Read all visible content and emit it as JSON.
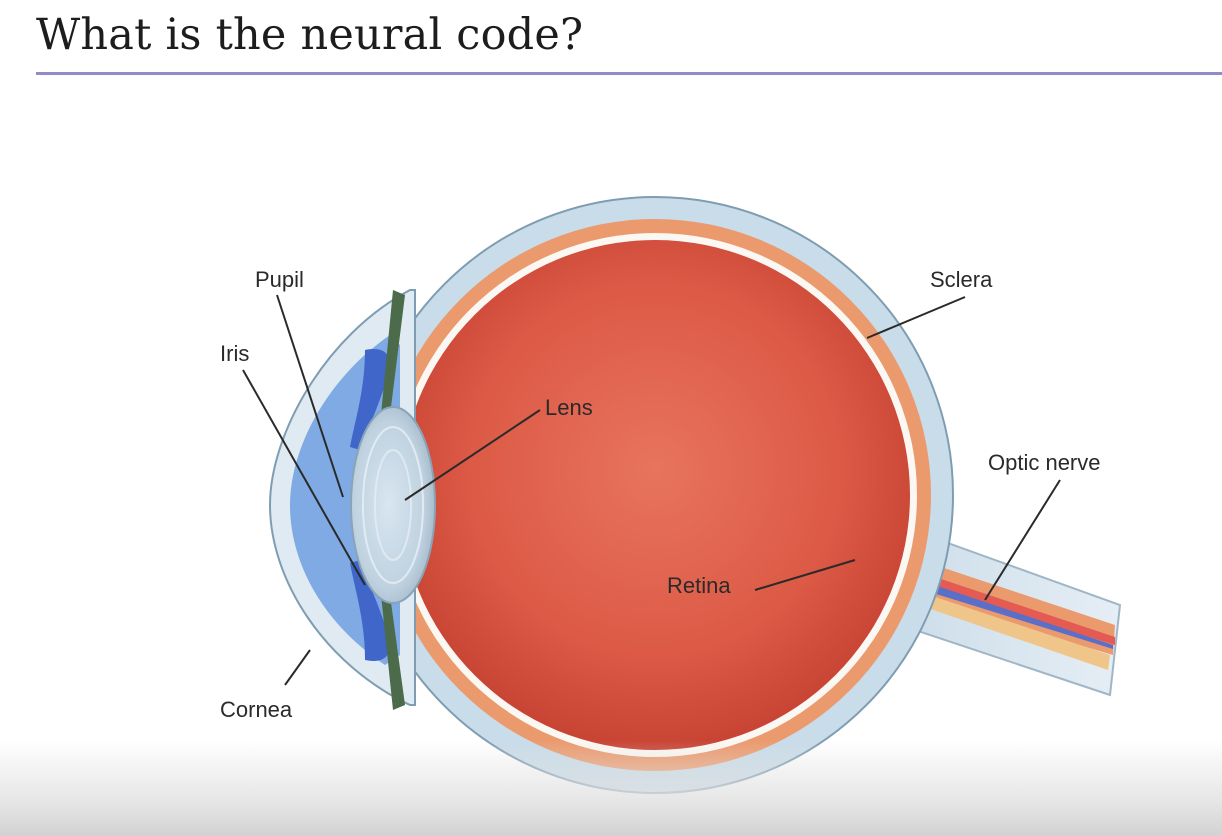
{
  "slide": {
    "title": "What is the neural code?"
  },
  "diagram": {
    "labels": {
      "pupil": "Pupil",
      "iris": "Iris",
      "lens": "Lens",
      "cornea": "Cornea",
      "sclera": "Sclera",
      "optic_nerve": "Optic nerve",
      "retina": "Retina"
    }
  }
}
